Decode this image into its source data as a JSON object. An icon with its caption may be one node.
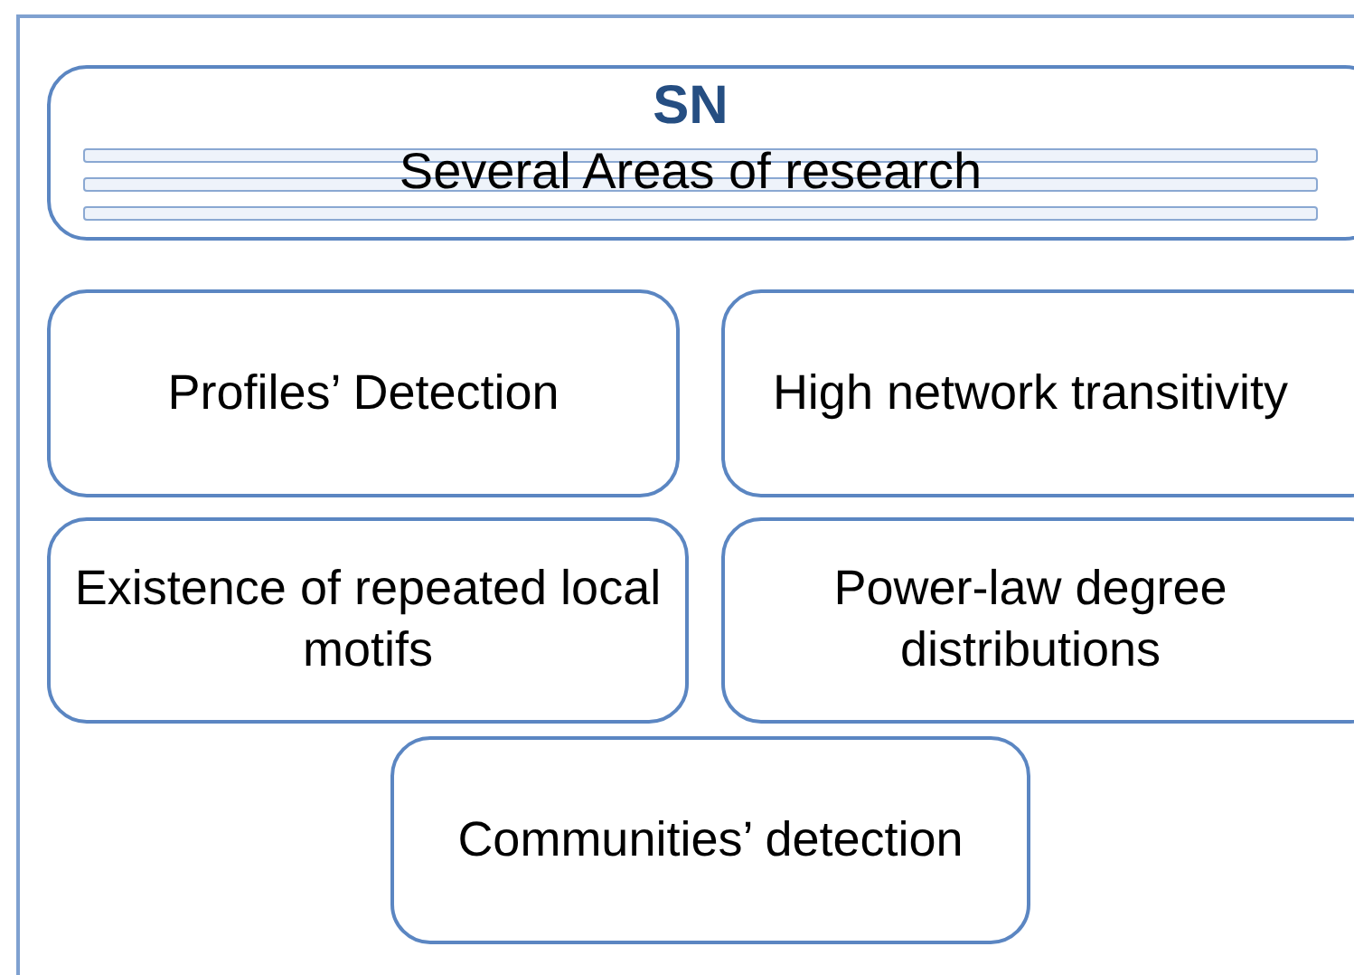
{
  "diagram": {
    "nodes": [
      {
        "text": [
          "SN",
          "Several Areas of research"
        ]
      },
      {
        "text": [
          "Profiles’ Detection"
        ]
      },
      {
        "text": [
          "High network transitivity"
        ]
      },
      {
        "text": [
          "Existence of repeated local motifs"
        ]
      },
      {
        "text": [
          "Power-law degree distributions"
        ]
      },
      {
        "text": [
          "Communities’ detection"
        ]
      }
    ]
  }
}
